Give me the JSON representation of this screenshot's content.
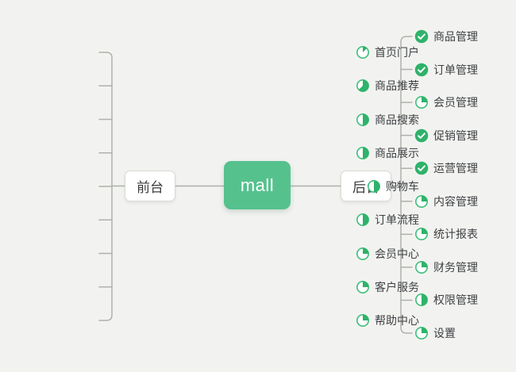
{
  "colors": {
    "background": "#f2f3f0",
    "line": "#aeb1ab",
    "icon_green": "#2fb26a",
    "icon_ring": "#3fbe7c",
    "root_bg": "#55c28e",
    "root_text": "#ffffff"
  },
  "root": {
    "label": "mall"
  },
  "branches": [
    {
      "id": "frontend",
      "side": "left",
      "label": "前台",
      "items": [
        {
          "label": "首页门户",
          "progress": "1/8"
        },
        {
          "label": "商品推荐",
          "progress": "5/8"
        },
        {
          "label": "商品搜索",
          "progress": "1/2"
        },
        {
          "label": "商品展示",
          "progress": "1/2"
        },
        {
          "label": "购物车",
          "progress": "1/2"
        },
        {
          "label": "订单流程",
          "progress": "1/2"
        },
        {
          "label": "会员中心",
          "progress": "1/4"
        },
        {
          "label": "客户服务",
          "progress": "1/4"
        },
        {
          "label": "帮助中心",
          "progress": "1/4"
        }
      ]
    },
    {
      "id": "backend",
      "side": "right",
      "label": "后台",
      "items": [
        {
          "label": "商品管理",
          "progress": "done"
        },
        {
          "label": "订单管理",
          "progress": "done"
        },
        {
          "label": "会员管理",
          "progress": "1/4"
        },
        {
          "label": "促销管理",
          "progress": "done"
        },
        {
          "label": "运营管理",
          "progress": "done"
        },
        {
          "label": "内容管理",
          "progress": "1/4"
        },
        {
          "label": "统计报表",
          "progress": "1/4"
        },
        {
          "label": "财务管理",
          "progress": "1/4"
        },
        {
          "label": "权限管理",
          "progress": "1/2"
        },
        {
          "label": "设置",
          "progress": "1/4"
        }
      ]
    }
  ]
}
